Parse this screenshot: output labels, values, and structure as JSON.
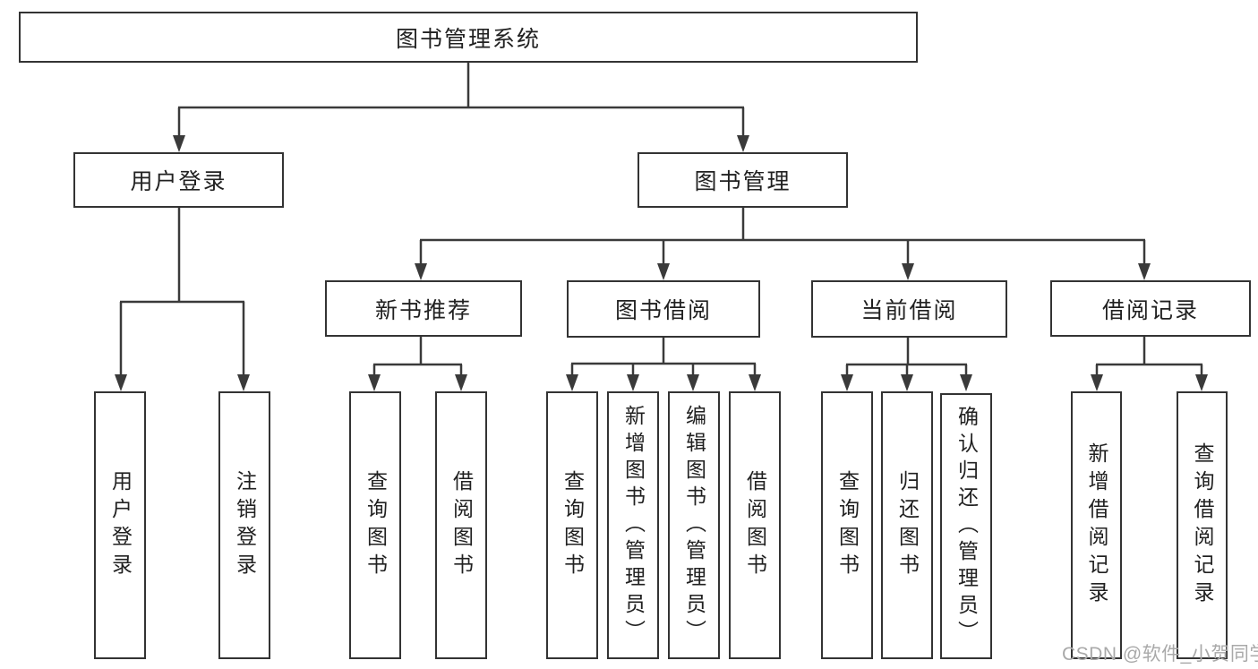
{
  "diagram": {
    "root": {
      "label": "图书管理系统"
    },
    "level2": [
      {
        "label": "用户登录",
        "parent": "图书管理系统"
      },
      {
        "label": "图书管理",
        "parent": "图书管理系统"
      }
    ],
    "level3": [
      {
        "label": "新书推荐",
        "parent": "图书管理"
      },
      {
        "label": "图书借阅",
        "parent": "图书管理"
      },
      {
        "label": "当前借阅",
        "parent": "图书管理"
      },
      {
        "label": "借阅记录",
        "parent": "图书管理"
      }
    ],
    "leaves": [
      {
        "label": "用户登录",
        "parent": "用户登录"
      },
      {
        "label": "注销登录",
        "parent": "用户登录"
      },
      {
        "label": "查询图书",
        "parent": "新书推荐"
      },
      {
        "label": "借阅图书",
        "parent": "新书推荐"
      },
      {
        "label": "查询图书",
        "parent": "图书借阅"
      },
      {
        "label": "新增图书（管理员）",
        "parent": "图书借阅"
      },
      {
        "label": "编辑图书（管理员）",
        "parent": "图书借阅"
      },
      {
        "label": "借阅图书",
        "parent": "图书借阅"
      },
      {
        "label": "查询图书",
        "parent": "当前借阅"
      },
      {
        "label": "归还图书",
        "parent": "当前借阅"
      },
      {
        "label": "确认归还（管理员）",
        "parent": "当前借阅"
      },
      {
        "label": "新增借阅记录",
        "parent": "借阅记录"
      },
      {
        "label": "查询借阅记录",
        "parent": "借阅记录"
      }
    ]
  },
  "watermark": {
    "text": "CSDN @软件_小贺同学"
  },
  "colors": {
    "background": "#ffffff",
    "line": "#3a3a3a",
    "box_border": "#333333",
    "text": "#212121",
    "watermark": "#a9a9a9"
  }
}
